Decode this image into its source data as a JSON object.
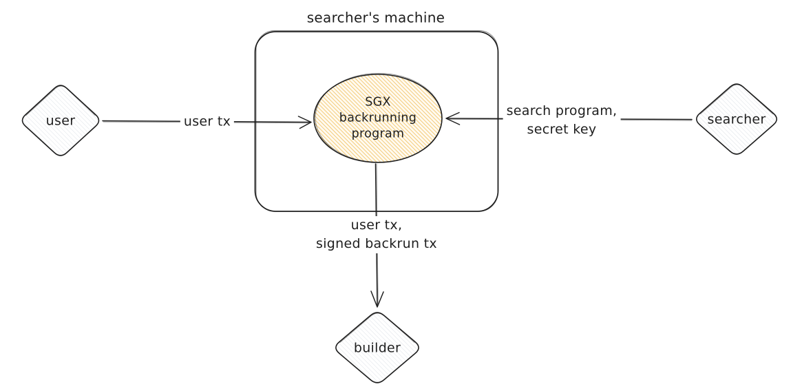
{
  "title": "searcher's machine",
  "nodes": {
    "user": {
      "label": "user"
    },
    "sgx": {
      "line1": "SGX",
      "line2": "backrunning",
      "line3": "program"
    },
    "searcher": {
      "label": "searcher"
    },
    "builder": {
      "label": "builder"
    }
  },
  "edges": {
    "user_to_sgx": {
      "label": "user tx"
    },
    "searcher_to_sgx": {
      "line1": "search program,",
      "line2": "secret key"
    },
    "sgx_to_builder": {
      "line1": "user tx,",
      "line2": "signed backrun tx"
    }
  },
  "colors": {
    "stroke": "#1e1e1e",
    "sgx_hatch": "#f0bc52",
    "sgx_background": "#fffaf0",
    "diamond_hatch": "#dfe3e8",
    "canvas_background": "#ffffff"
  }
}
